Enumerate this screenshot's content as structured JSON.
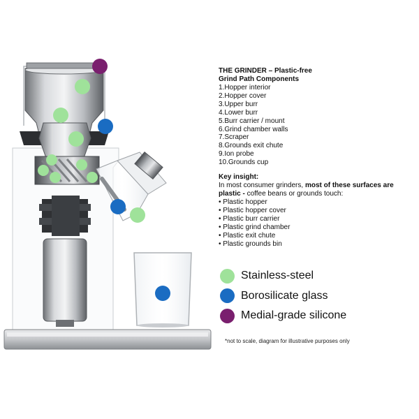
{
  "title_line1": "THE GRINDER – Plastic-free",
  "title_line2": "Grind Path Components",
  "components": [
    "1.Hopper interior",
    "2.Hopper cover",
    "3.Upper burr",
    "4.Lower burr",
    "5.Burr carrier / mount",
    "6.Grind chamber walls",
    "7.Scraper",
    "8.Grounds exit chute",
    "9.Ion probe",
    "10.Grounds cup"
  ],
  "key_insight": {
    "heading": "Key insight:",
    "text_before": "In most consumer grinders, ",
    "text_bold": "most of these surfaces are plastic -",
    "text_after": " coffee beans or grounds touch:",
    "plastic_items": [
      "Plastic hopper",
      "Plastic hopper cover",
      "Plastic burr carrier",
      "Plastic grind chamber",
      "Plastic exit chute",
      "Plastic grounds bin"
    ]
  },
  "legend": [
    {
      "label": "Stainless-steel",
      "color": "#9fe29a"
    },
    {
      "label": "Borosilicate glass",
      "color": "#1a6cc2"
    },
    {
      "label": "Medial-grade silicone",
      "color": "#7a1f6e"
    }
  ],
  "markers": [
    {
      "material": "silicone",
      "color": "#7a1f6e"
    },
    {
      "material": "stainless-steel",
      "color": "#9fe29a"
    },
    {
      "material": "stainless-steel",
      "color": "#9fe29a"
    },
    {
      "material": "borosilicate-glass",
      "color": "#1a6cc2"
    },
    {
      "material": "stainless-steel",
      "color": "#9fe29a"
    },
    {
      "material": "stainless-steel",
      "color": "#9fe29a"
    },
    {
      "material": "stainless-steel",
      "color": "#9fe29a"
    },
    {
      "material": "stainless-steel",
      "color": "#9fe29a"
    },
    {
      "material": "stainless-steel",
      "color": "#9fe29a"
    },
    {
      "material": "stainless-steel",
      "color": "#9fe29a"
    },
    {
      "material": "borosilicate-glass",
      "color": "#1a6cc2"
    },
    {
      "material": "stainless-steel",
      "color": "#9fe29a"
    },
    {
      "material": "borosilicate-glass",
      "color": "#1a6cc2"
    }
  ],
  "footnote": "*not to scale, diagram for illustrative purposes only"
}
